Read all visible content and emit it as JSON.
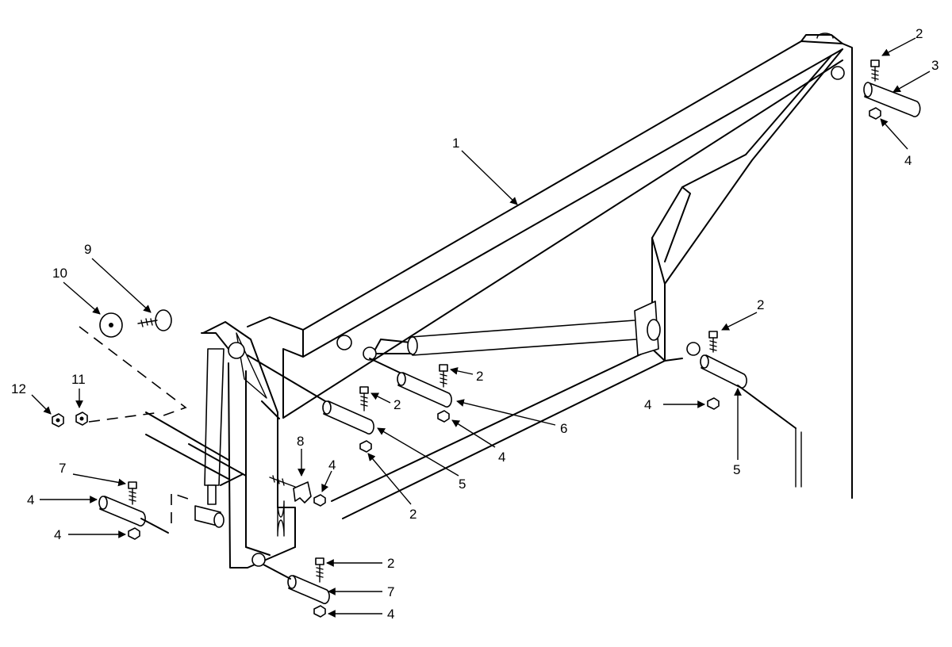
{
  "callouts": [
    {
      "id": "c1",
      "label": "1"
    },
    {
      "id": "c2a",
      "label": "2"
    },
    {
      "id": "c3",
      "label": "3"
    },
    {
      "id": "c4a",
      "label": "4"
    },
    {
      "id": "c9",
      "label": "9"
    },
    {
      "id": "c10",
      "label": "10"
    },
    {
      "id": "c2b",
      "label": "2"
    },
    {
      "id": "c12",
      "label": "12"
    },
    {
      "id": "c11",
      "label": "11"
    },
    {
      "id": "c2c",
      "label": "2"
    },
    {
      "id": "c6",
      "label": "6"
    },
    {
      "id": "c2d",
      "label": "2"
    },
    {
      "id": "c4b",
      "label": "4"
    },
    {
      "id": "c4c",
      "label": "4"
    },
    {
      "id": "c5a",
      "label": "5"
    },
    {
      "id": "c5b",
      "label": "5"
    },
    {
      "id": "c8",
      "label": "8"
    },
    {
      "id": "c4d",
      "label": "4"
    },
    {
      "id": "c2e",
      "label": "2"
    },
    {
      "id": "c7a",
      "label": "7"
    },
    {
      "id": "c4e",
      "label": "4"
    },
    {
      "id": "c4f",
      "label": "4"
    },
    {
      "id": "c2f",
      "label": "2"
    },
    {
      "id": "c7b",
      "label": "7"
    },
    {
      "id": "c4g",
      "label": "4"
    }
  ]
}
